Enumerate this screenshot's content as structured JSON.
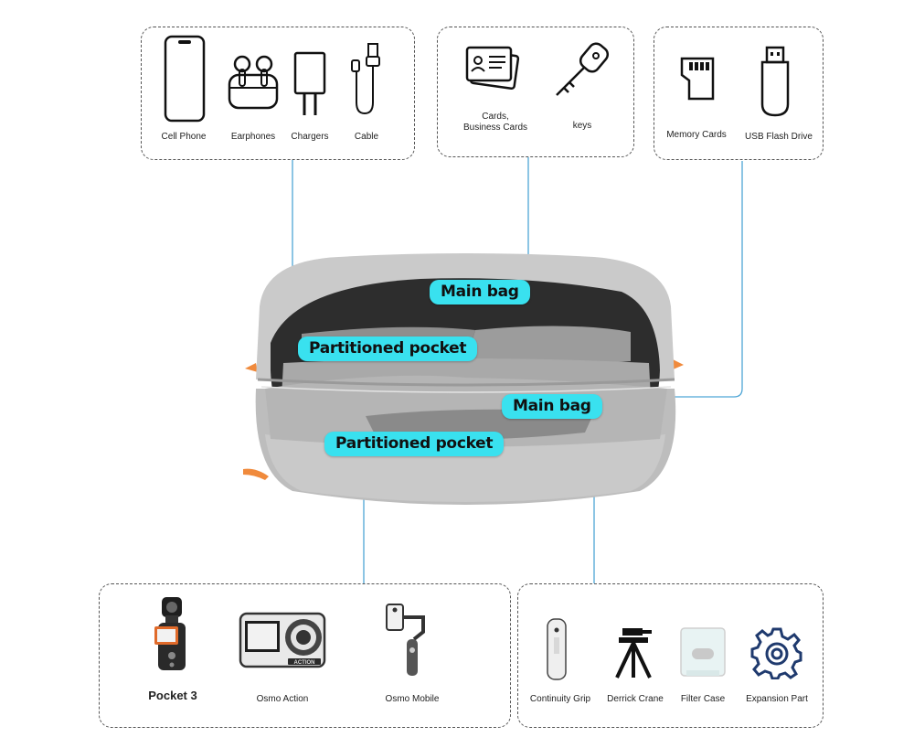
{
  "top_left_box": {
    "items": [
      {
        "label": "Cell Phone",
        "icon": "cell-phone-icon"
      },
      {
        "label": "Earphones",
        "icon": "earphones-icon"
      },
      {
        "label": "Chargers",
        "icon": "charger-icon"
      },
      {
        "label": "Cable",
        "icon": "cable-icon"
      }
    ]
  },
  "top_middle_box": {
    "items": [
      {
        "label": "Cards,",
        "label2": "Business Cards",
        "icon": "id-card-icon"
      },
      {
        "label": "keys",
        "icon": "key-icon"
      }
    ]
  },
  "top_right_box": {
    "items": [
      {
        "label": "Memory Cards",
        "icon": "memory-card-icon"
      },
      {
        "label": "USB Flash Drive",
        "icon": "usb-drive-icon"
      }
    ]
  },
  "bag_tags": {
    "main_bag_upper": "Main bag",
    "partitioned_upper": "Partitioned pocket",
    "main_bag_lower": "Main bag",
    "partitioned_lower": "Partitioned pocket"
  },
  "bottom_left_box": {
    "items": [
      {
        "label": "Pocket 3",
        "icon": "pocket-camera-icon"
      },
      {
        "label": "Osmo Action",
        "icon": "action-camera-icon"
      },
      {
        "label": "Osmo Mobile",
        "icon": "gimbal-icon"
      }
    ]
  },
  "bottom_right_box": {
    "items": [
      {
        "label": "Continuity Grip",
        "icon": "grip-icon"
      },
      {
        "label": "Derrick Crane",
        "icon": "tripod-icon"
      },
      {
        "label": "Filter Case",
        "icon": "filter-case-icon"
      },
      {
        "label": "Expansion Part",
        "icon": "gear-icon"
      }
    ],
    "device_text": "ACTION"
  },
  "colors": {
    "accent": "#39e1ef",
    "leader_line": "#4fa6d6",
    "bag_gray": "#c4c4c4",
    "zipper_pull": "#f08a3c"
  }
}
